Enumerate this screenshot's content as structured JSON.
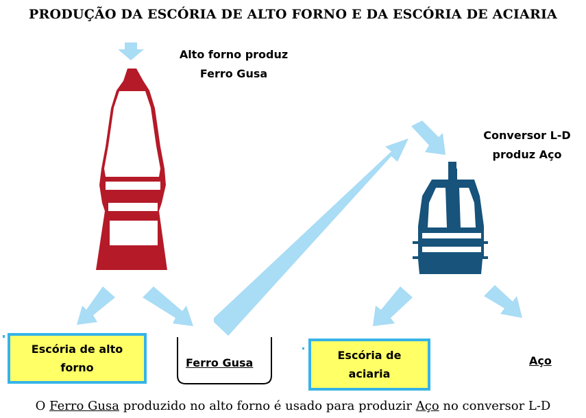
{
  "title": "PRODUÇÃO DA ESCÓRIA DE ALTO FORNO  E  DA ESCÓRIA DE ACIARIA",
  "blast_furnace_label": {
    "line1": "Alto forno produz",
    "line2": "Ferro Gusa"
  },
  "converter_label": {
    "line1": "Conversor L-D",
    "line2": "produz Aço"
  },
  "outputs": {
    "blast_furnace_slag": {
      "line1": "Escória de alto",
      "line2": "forno"
    },
    "pig_iron": "Ferro Gusa",
    "steel_slag": {
      "line1": "Escória de",
      "line2": "aciaria"
    },
    "steel": "Aço"
  },
  "caption": {
    "part1": "O ",
    "pig_iron": "Ferro Gusa",
    "part2": " produzido no alto forno é usado para produzir ",
    "steel": "Aço",
    "part3": " no conversor L-D"
  },
  "colors": {
    "arrow": "#a9dcf5",
    "furnace": "#b51a28",
    "converter": "#17537b",
    "box_fill": "#ffff66",
    "box_border": "#36b3e8"
  }
}
